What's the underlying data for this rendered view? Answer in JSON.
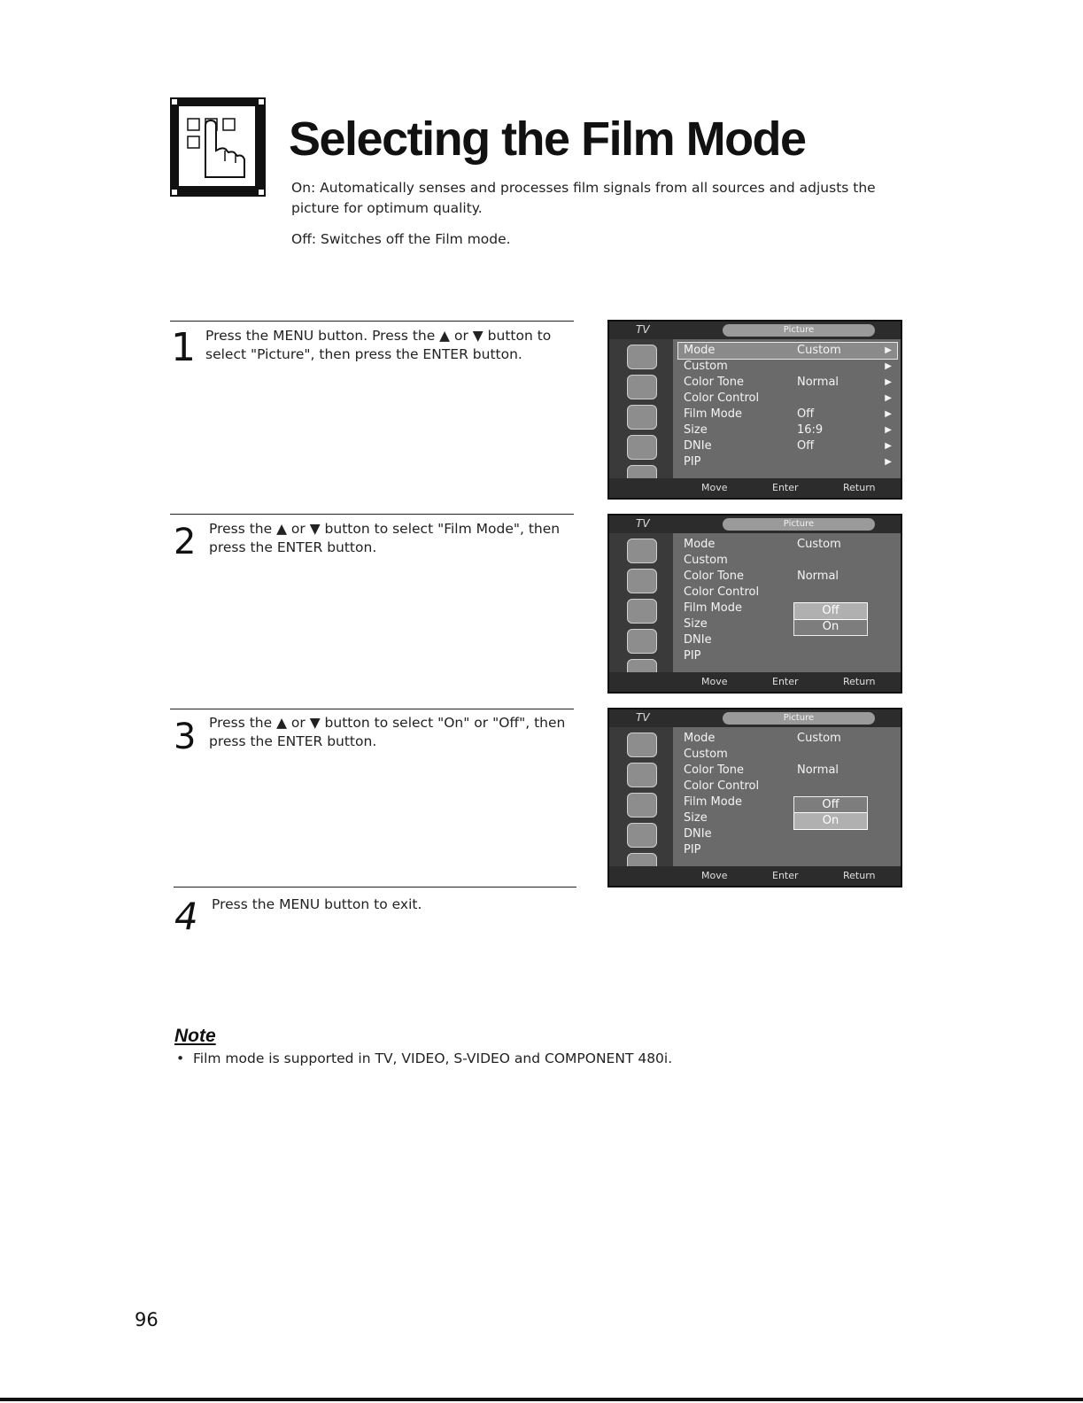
{
  "header": {
    "title": "Selecting the Film Mode",
    "intro_on": "On: Automatically senses and processes film signals from all sources and adjusts the picture for optimum quality.",
    "intro_off": "Off: Switches off the Film mode."
  },
  "steps": [
    {
      "number": "1",
      "text": "Press the MENU button. Press the ▲ or ▼ button to select \"Picture\", then press the ENTER button."
    },
    {
      "number": "2",
      "text": "Press the ▲ or ▼ button to select \"Film Mode\", then press the ENTER button."
    },
    {
      "number": "3",
      "text": "Press the ▲ or ▼ button to select \"On\" or \"Off\", then press the ENTER button."
    },
    {
      "number": "4",
      "text": "Press the MENU button to exit."
    }
  ],
  "osd": {
    "tv_label": "TV",
    "menu_title": "Picture",
    "items": [
      "Mode",
      "Custom",
      "Color Tone",
      "Color Control",
      "Film Mode",
      "Size",
      "DNIe",
      "PIP"
    ],
    "values": {
      "mode": "Custom",
      "color_tone": "Normal",
      "film_mode": "Off",
      "size": "16:9",
      "dnie": "Off"
    },
    "options": [
      "Off",
      "On"
    ],
    "footer": {
      "move": "Move",
      "enter": "Enter",
      "return": "Return"
    }
  },
  "note": {
    "heading": "Note",
    "text": "Film mode is supported in TV, VIDEO, S-VIDEO and COMPONENT 480i."
  },
  "page_number": "96"
}
